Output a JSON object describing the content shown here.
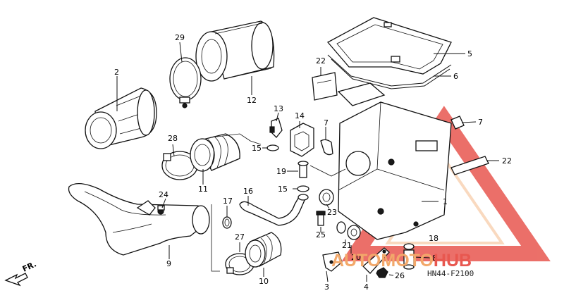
{
  "diagram": {
    "callouts": [
      {
        "id": "c1",
        "text": "1"
      },
      {
        "id": "c2",
        "text": "2"
      },
      {
        "id": "c3",
        "text": "3"
      },
      {
        "id": "c4",
        "text": "4"
      },
      {
        "id": "c5",
        "text": "5"
      },
      {
        "id": "c6",
        "text": "6"
      },
      {
        "id": "c7a",
        "text": "7"
      },
      {
        "id": "c7b",
        "text": "7"
      },
      {
        "id": "c8",
        "text": "8"
      },
      {
        "id": "c9",
        "text": "9"
      },
      {
        "id": "c10",
        "text": "10"
      },
      {
        "id": "c11",
        "text": "11"
      },
      {
        "id": "c12",
        "text": "12"
      },
      {
        "id": "c13",
        "text": "13"
      },
      {
        "id": "c14",
        "text": "14"
      },
      {
        "id": "c15a",
        "text": "15"
      },
      {
        "id": "c15b",
        "text": "15"
      },
      {
        "id": "c16",
        "text": "16"
      },
      {
        "id": "c17",
        "text": "17"
      },
      {
        "id": "c18",
        "text": "18"
      },
      {
        "id": "c19",
        "text": "19"
      },
      {
        "id": "c20",
        "text": "20"
      },
      {
        "id": "c21",
        "text": "21"
      },
      {
        "id": "c22a",
        "text": "22"
      },
      {
        "id": "c22b",
        "text": "22"
      },
      {
        "id": "c23",
        "text": "23"
      },
      {
        "id": "c24",
        "text": "24"
      },
      {
        "id": "c25",
        "text": "25"
      },
      {
        "id": "c26",
        "text": "26"
      },
      {
        "id": "c27",
        "text": "27"
      },
      {
        "id": "c28",
        "text": "28"
      },
      {
        "id": "c29",
        "text": "29"
      }
    ],
    "front_indicator": "FR.",
    "diagram_code": "HN44-F2100"
  },
  "watermark": {
    "part1": "AUTOMOTO",
    "part2": "HUB",
    "color_primary": "#e8574f",
    "color_secondary": "#f2a86a"
  }
}
